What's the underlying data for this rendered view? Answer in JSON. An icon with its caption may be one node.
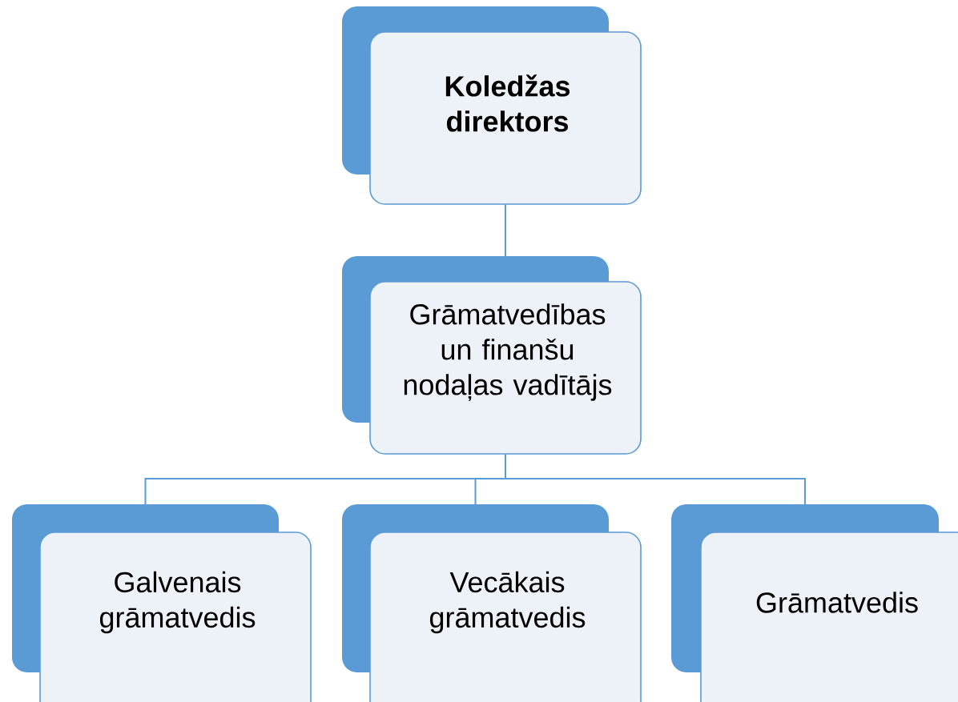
{
  "diagram": {
    "nodes": [
      {
        "text": [
          "Koledžas direktors"
        ]
      },
      {
        "text": [
          "Grāmatvedības un finanšu nodaļas vadītājs"
        ]
      },
      {
        "text": [
          "Galvenais grāmatvedis"
        ]
      },
      {
        "text": [
          "Vecākais grāmatvedis"
        ]
      },
      {
        "text": [
          "Grāmatvedis"
        ]
      }
    ],
    "edges": [
      {
        "from": 0,
        "to": 1,
        "arrow": "none"
      },
      {
        "from": 1,
        "to": 2,
        "arrow": "none"
      },
      {
        "from": 1,
        "to": 3,
        "arrow": "none"
      },
      {
        "from": 1,
        "to": 4,
        "arrow": "none"
      }
    ]
  }
}
